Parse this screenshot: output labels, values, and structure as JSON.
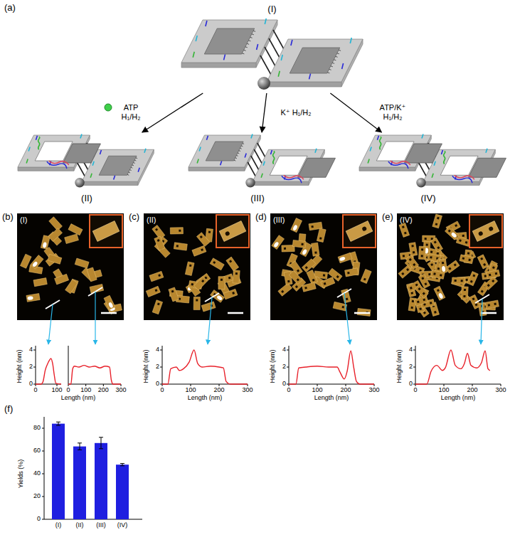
{
  "diagram": {
    "nodes": [
      {
        "text": [
          "(I)"
        ]
      },
      {
        "text": [
          "(II)"
        ]
      },
      {
        "text": [
          "(III)"
        ]
      },
      {
        "text": [
          "(IV)"
        ]
      }
    ],
    "edges": [
      {
        "from": 0,
        "to": 1,
        "arrow": "to",
        "label": "ATP H₁/H₂"
      },
      {
        "from": 0,
        "to": 2,
        "arrow": "to",
        "label": "K⁺ H₁/H₂"
      },
      {
        "from": 0,
        "to": 3,
        "arrow": "to",
        "label": "ATP/K⁺ H₁/H₂"
      }
    ],
    "labels": [
      "(a)",
      "(b)",
      "(c)",
      "(d)",
      "(e)",
      "(f)",
      "(I)",
      "(II)",
      "(III)",
      "(IV)",
      "Height (nm)",
      "4",
      "2",
      "0",
      "0",
      "100",
      "0",
      "100",
      "200",
      "300",
      "Length (nm)",
      "Height (nm)",
      "4",
      "2",
      "0",
      "0",
      "100",
      "200",
      "300",
      "Length (nm)",
      "Height (nm)",
      "4",
      "2",
      "0",
      "0",
      "100",
      "200",
      "300",
      "Length (nm)",
      "Height (nm)",
      "4",
      "2",
      "0",
      "0",
      "100",
      "200",
      "300",
      "Length (nm)",
      "Yields (%)",
      "80",
      "60",
      "40",
      "20",
      "0",
      "(I)",
      "(II)",
      "(III)",
      "(IV)"
    ]
  }
}
